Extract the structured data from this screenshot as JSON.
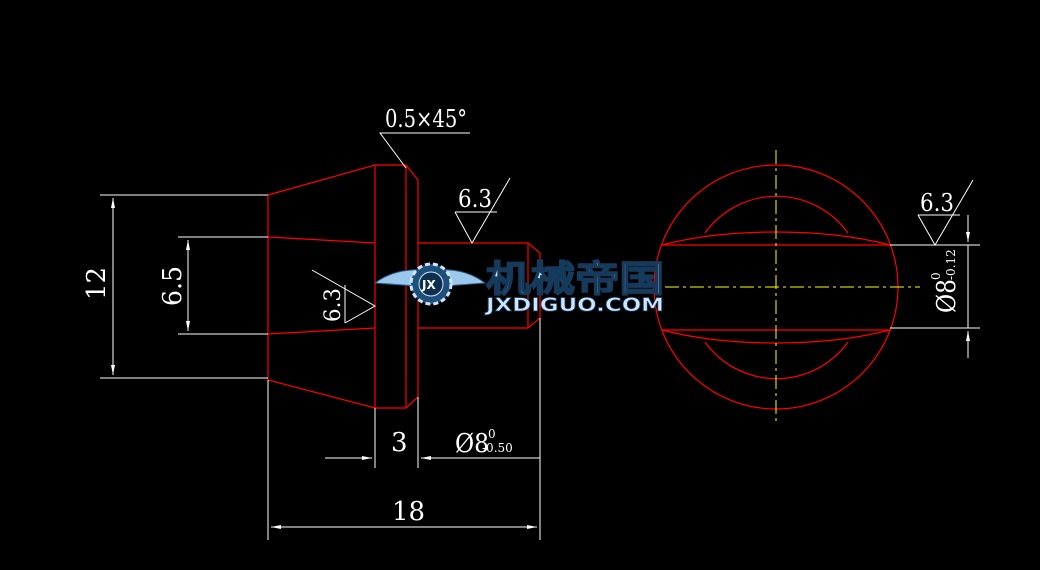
{
  "drawing": {
    "chamfer_note": "0.5×45°",
    "roughness_left": "6.3",
    "roughness_top": "6.3",
    "roughness_right": "6.3",
    "dim_height_outer": "12",
    "dim_height_inner": "6.5",
    "dim_collar_width": "3",
    "dim_pin_diameter": "Ø8",
    "dim_pin_tol_upper": "0",
    "dim_pin_tol_lower": "-0.50",
    "dim_total_length": "18",
    "dim_side_diameter": "Ø8",
    "dim_side_tol_upper": "0",
    "dim_side_tol_lower": "-0.12"
  },
  "watermark": {
    "name_cn": "机械帝国",
    "name_en": "JXDIGUO.COM",
    "badge_text": "JX"
  },
  "colors": {
    "background": "#000000",
    "part_outline": "#ff0000",
    "dimension_lines": "#ffffff",
    "center_line": "#ffff00",
    "logo": "#cfe6ff"
  }
}
